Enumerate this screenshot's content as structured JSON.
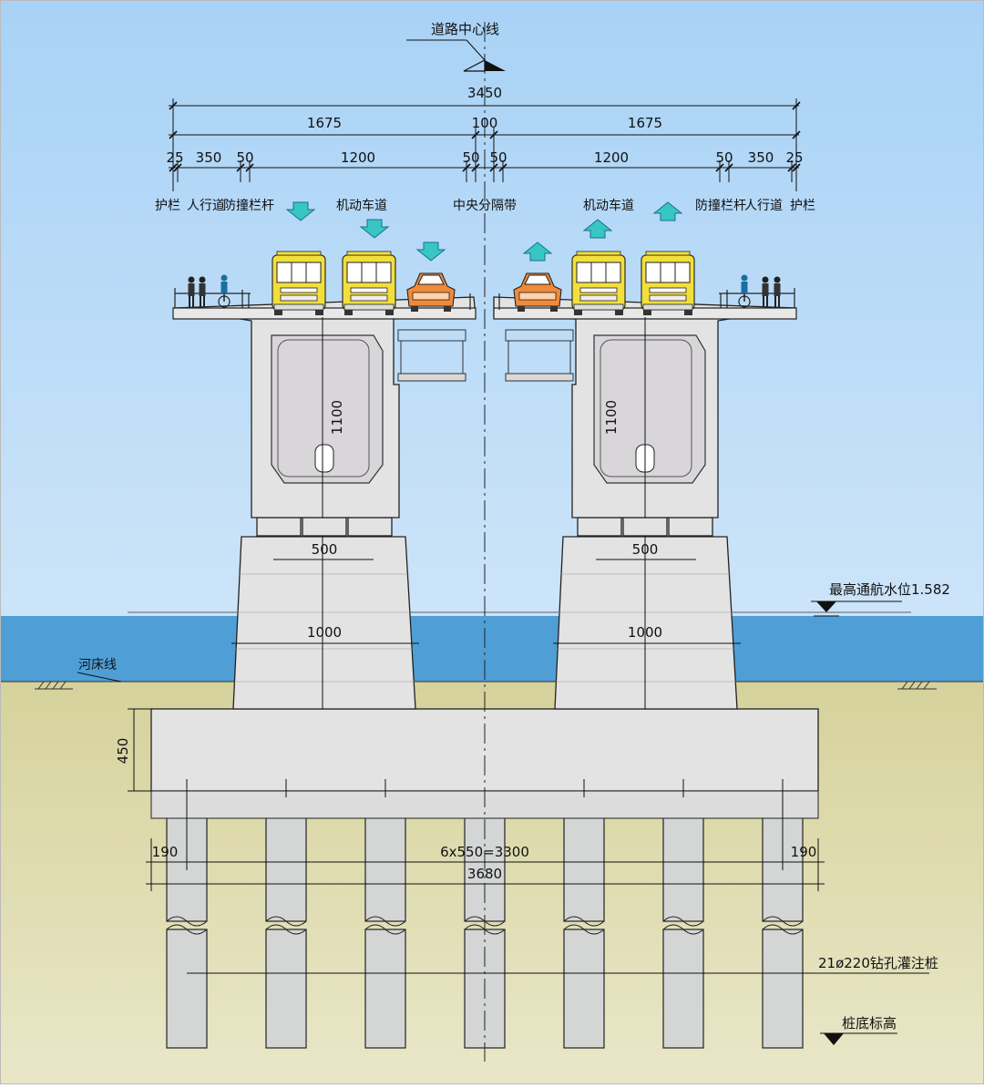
{
  "colors": {
    "sky_top": "#a8d2f6",
    "sky_bottom": "#e8f2fb",
    "water": "#4f9fd6",
    "soil": "#d6d29c",
    "concrete": "#e3e3e3",
    "pile": "#d4d6d6",
    "arrow": "#37c6c2",
    "bus": "#f2df3c",
    "car": "#f08a3a"
  },
  "labels": {
    "centerline": "道路中心线",
    "total_width": "3450",
    "half_width_left": "1675",
    "median_width": "100",
    "half_width_right": "1675",
    "seg_rail_l": "25",
    "seg_walk_l": "350",
    "seg_barrier_l": "50",
    "seg_lane_l": "1200",
    "seg_median_l": "50",
    "seg_median_r": "50",
    "seg_lane_r": "1200",
    "seg_barrier_r": "50",
    "seg_walk_r": "350",
    "seg_rail_r": "25",
    "guardrail_l": "护栏",
    "sidewalk_l": "人行道",
    "barrier_l": "防撞栏杆",
    "lanes_l": "机动车道",
    "median": "中央分隔带",
    "lanes_r": "机动车道",
    "barrier_r": "防撞栏杆",
    "sidewalk_r": "人行道",
    "guardrail_r": "护栏",
    "girder_height_l": "1100",
    "girder_height_r": "1100",
    "pier_top_l": "500",
    "pier_top_r": "500",
    "pier_mid_l": "1000",
    "pier_mid_r": "1000",
    "water_level": "最高通航水位1.582",
    "riverbed": "河床线",
    "cap_height": "450",
    "pile_spacing": "6x550=3300",
    "cap_width": "3680",
    "edge_l": "190",
    "edge_r": "190",
    "piles": "21ø220钻孔灌注桩",
    "pile_bottom": "桩底标高"
  }
}
